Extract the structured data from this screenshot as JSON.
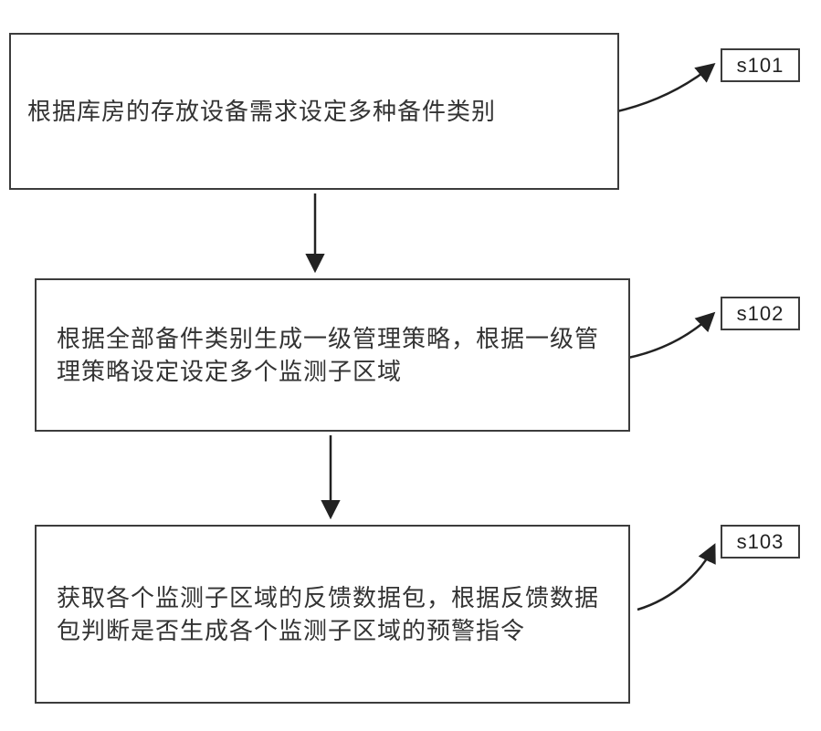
{
  "flowchart": {
    "type": "vertical-flowchart",
    "steps": [
      {
        "label": "s101",
        "text": "根据库房的存放设备需求设定多种备件类别"
      },
      {
        "label": "s102",
        "text": "根据全部备件类别生成一级管理策略，根据一级管理策略设定设定多个监测子区域"
      },
      {
        "label": "s103",
        "text": "获取各个监测子区域的反馈数据包，根据反馈数据包判断是否生成各个监测子区域的预警指令"
      }
    ],
    "connections": [
      {
        "from": "step-1",
        "to": "step-2",
        "style": "straight-arrow-down"
      },
      {
        "from": "step-2",
        "to": "step-3",
        "style": "straight-arrow-down"
      },
      {
        "from": "step-1",
        "to": "s101",
        "style": "curved-leader-arrow"
      },
      {
        "from": "step-2",
        "to": "s102",
        "style": "curved-leader-arrow"
      },
      {
        "from": "step-3",
        "to": "s103",
        "style": "curved-leader-arrow"
      }
    ],
    "colors": {
      "border": "#3c3c3c",
      "text": "#333333",
      "arrow": "#222222",
      "background": "#ffffff"
    }
  }
}
